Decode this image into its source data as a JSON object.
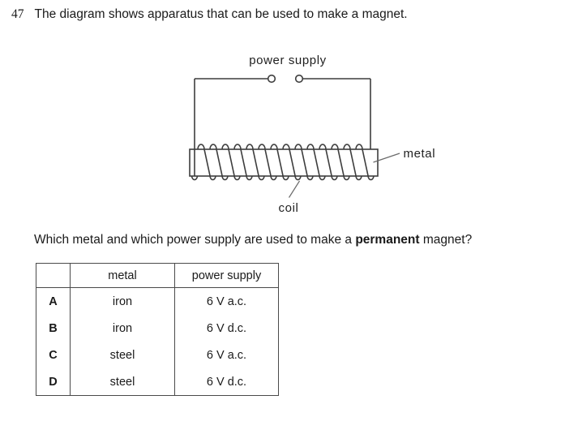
{
  "question": {
    "number": "47",
    "text": "The diagram shows apparatus that can be used to make a magnet.",
    "prompt_prefix": "Which metal and which power supply are used to make a ",
    "prompt_bold": "permanent",
    "prompt_suffix": " magnet?"
  },
  "diagram": {
    "power_supply_label": "power supply",
    "metal_label": "metal",
    "coil_label": "coil",
    "line_color": "#3d3d3d"
  },
  "table": {
    "headers": {
      "option": "",
      "metal": "metal",
      "power_supply": "power supply"
    },
    "rows": [
      {
        "option": "A",
        "metal": "iron",
        "power_supply": "6 V a.c."
      },
      {
        "option": "B",
        "metal": "iron",
        "power_supply": "6 V d.c."
      },
      {
        "option": "C",
        "metal": "steel",
        "power_supply": "6 V a.c."
      },
      {
        "option": "D",
        "metal": "steel",
        "power_supply": "6 V d.c."
      }
    ]
  }
}
